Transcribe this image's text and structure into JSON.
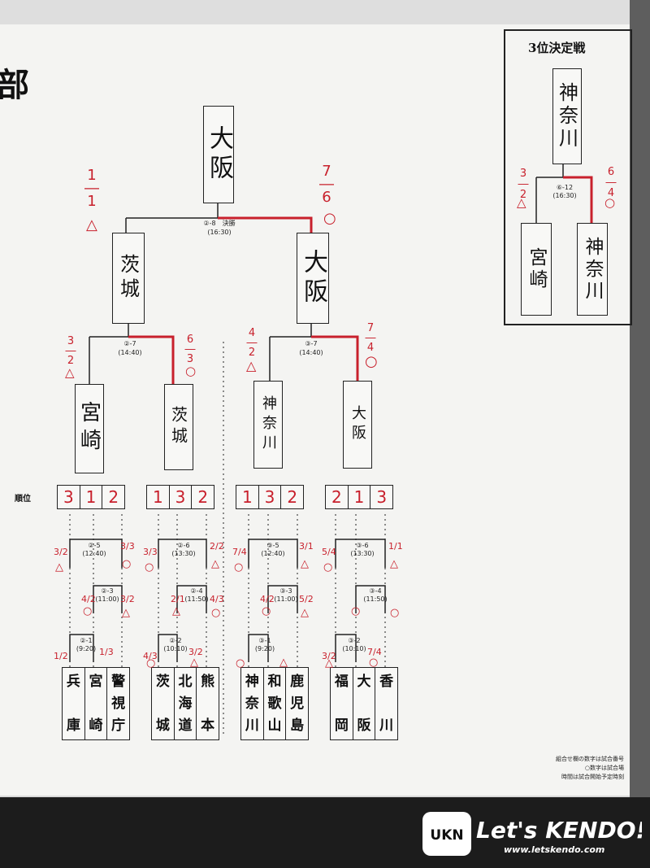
{
  "header_fragment": "部",
  "third_place": {
    "title": "3位決定戦",
    "winner": "神奈川",
    "left": "宮崎",
    "right": "神奈川",
    "match_no": "⑥-12",
    "time": "(16:30)",
    "left_score": [
      "3",
      "2"
    ],
    "left_mark": "△",
    "right_score": [
      "6",
      "4"
    ],
    "right_mark": "○"
  },
  "final": {
    "champion": "大阪",
    "match_no": "②-8",
    "label": "決勝",
    "time": "(16:30)",
    "left_score": [
      "1",
      "1"
    ],
    "left_mark": "△",
    "right_score": [
      "7",
      "6"
    ],
    "right_mark": "○"
  },
  "semis": [
    {
      "winner": "茨城",
      "match_no": "②-7",
      "time": "(14:40)",
      "left_score": [
        "3",
        "2"
      ],
      "left_mark": "△",
      "right_score": [
        "6",
        "3"
      ],
      "right_mark": "○"
    },
    {
      "winner": "大阪",
      "match_no": "③-7",
      "time": "(14:40)",
      "left_score": [
        "4",
        "2"
      ],
      "left_mark": "△",
      "right_score": [
        "7",
        "4"
      ],
      "right_mark": "○"
    }
  ],
  "block_winners": [
    "宮崎",
    "茨城",
    "神奈川",
    "大阪"
  ],
  "rank_label": "順位",
  "groups": [
    {
      "ranks": [
        "3",
        "1",
        "2"
      ],
      "teams": [
        [
          "兵",
          "庫"
        ],
        [
          "宮",
          "崎"
        ],
        [
          "警",
          "視",
          "庁"
        ]
      ],
      "matches": [
        {
          "no": "②-5",
          "time": "(12:40)"
        },
        {
          "no": "②-3",
          "time": "(11:00)"
        },
        {
          "no": "②-1",
          "time": "(9:20)"
        }
      ],
      "scores": [
        "3/2",
        "3/3",
        "4/2",
        "3/2",
        "1/2",
        "1/3"
      ],
      "marks": [
        "△",
        "○",
        "○",
        "△",
        "",
        ""
      ]
    },
    {
      "ranks": [
        "1",
        "3",
        "2"
      ],
      "teams": [
        [
          "茨",
          "城"
        ],
        [
          "北",
          "海",
          "道"
        ],
        [
          "熊",
          "本"
        ]
      ],
      "matches": [
        {
          "no": "②-6",
          "time": "(13:30)"
        },
        {
          "no": "②-4",
          "time": "(11:50)"
        },
        {
          "no": "②-2",
          "time": "(10:10)"
        }
      ],
      "scores": [
        "3/3",
        "2/2",
        "2/1",
        "4/3",
        "4/3",
        "3/2"
      ],
      "marks": [
        "○",
        "△",
        "△",
        "○",
        "○",
        "△"
      ]
    },
    {
      "ranks": [
        "1",
        "3",
        "2"
      ],
      "teams": [
        [
          "神",
          "奈",
          "川"
        ],
        [
          "和",
          "歌",
          "山"
        ],
        [
          "鹿",
          "児",
          "島"
        ]
      ],
      "matches": [
        {
          "no": "③-5",
          "time": "(12:40)"
        },
        {
          "no": "③-3",
          "time": "(11:00)"
        },
        {
          "no": "③-1",
          "time": "(9:20)"
        }
      ],
      "scores": [
        "7/4",
        "3/1",
        "4/2",
        "5/2",
        "",
        ""
      ],
      "marks": [
        "○",
        "△",
        "○",
        "△",
        "○",
        "△"
      ]
    },
    {
      "ranks": [
        "2",
        "1",
        "3"
      ],
      "teams": [
        [
          "福",
          "岡"
        ],
        [
          "大",
          "阪"
        ],
        [
          "香",
          "川"
        ]
      ],
      "matches": [
        {
          "no": "③-6",
          "time": "(13:30)"
        },
        {
          "no": "③-4",
          "time": "(11:50)"
        },
        {
          "no": "③-2",
          "time": "(10:10)"
        }
      ],
      "scores": [
        "5/4",
        "1/1",
        "",
        "",
        "3/2",
        "7/4"
      ],
      "marks": [
        "○",
        "△",
        "○",
        "○",
        "△",
        "○"
      ]
    }
  ],
  "notes": [
    "組合せ欄の数字は試合番号",
    "○数字は試合場",
    "時間は試合開始予定時刻"
  ],
  "brand": {
    "badge": "UKN",
    "name": "Let's KENDO!",
    "url": "www.letskendo.com"
  },
  "colors": {
    "ink": "#222222",
    "red": "#c8202c",
    "paper": "#f4f4f2"
  }
}
